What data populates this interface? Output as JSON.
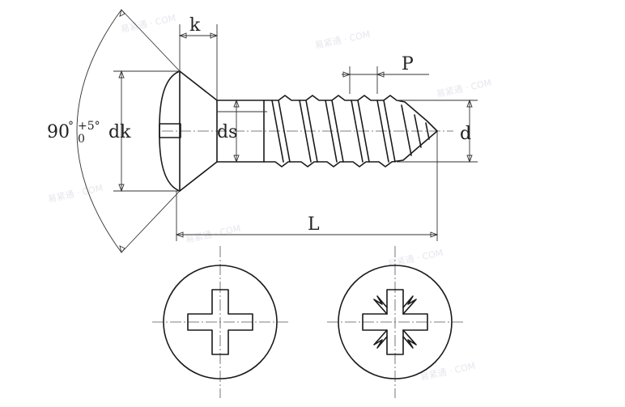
{
  "labels": {
    "k": "k",
    "p": "P",
    "angle_main": "90",
    "angle_deg": "°",
    "angle_plus": "+5°",
    "angle_zero": "0",
    "dk": "dk",
    "ds": "ds",
    "d": "d",
    "L": "L"
  },
  "colors": {
    "line": "#1a1a1a",
    "background": "#ffffff"
  },
  "icons": {
    "pozidriv_recess": "pozi-cross-icon",
    "phillips_recess": "cross-recess-icon"
  }
}
